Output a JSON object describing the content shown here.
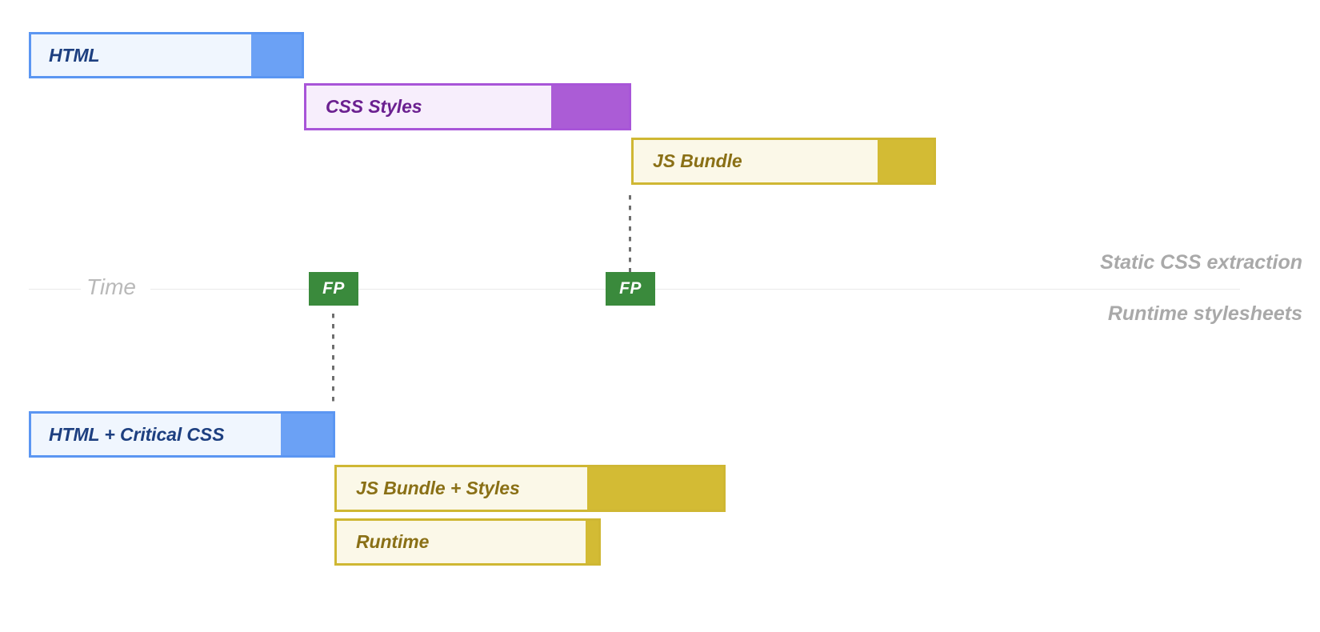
{
  "diagram": {
    "time_axis_label": "Time",
    "annotations": {
      "top_right": "Static CSS extraction",
      "bottom_right": "Runtime stylesheets"
    },
    "markers": [
      {
        "label": "FP",
        "name": "first-paint-marker-static"
      },
      {
        "label": "FP",
        "name": "first-paint-marker-runtime"
      }
    ],
    "top_track": {
      "bars": [
        {
          "label": "HTML",
          "color": "#5b96f2"
        },
        {
          "label": "CSS Styles",
          "color": "#a855d8"
        },
        {
          "label": "JS Bundle",
          "color": "#cfb733"
        }
      ]
    },
    "bottom_track": {
      "bars": [
        {
          "label": "HTML + Critical CSS",
          "color": "#5b96f2"
        },
        {
          "label": "JS Bundle + Styles",
          "color": "#cfb733"
        },
        {
          "label": "Runtime",
          "color": "#cfb733"
        }
      ]
    }
  }
}
